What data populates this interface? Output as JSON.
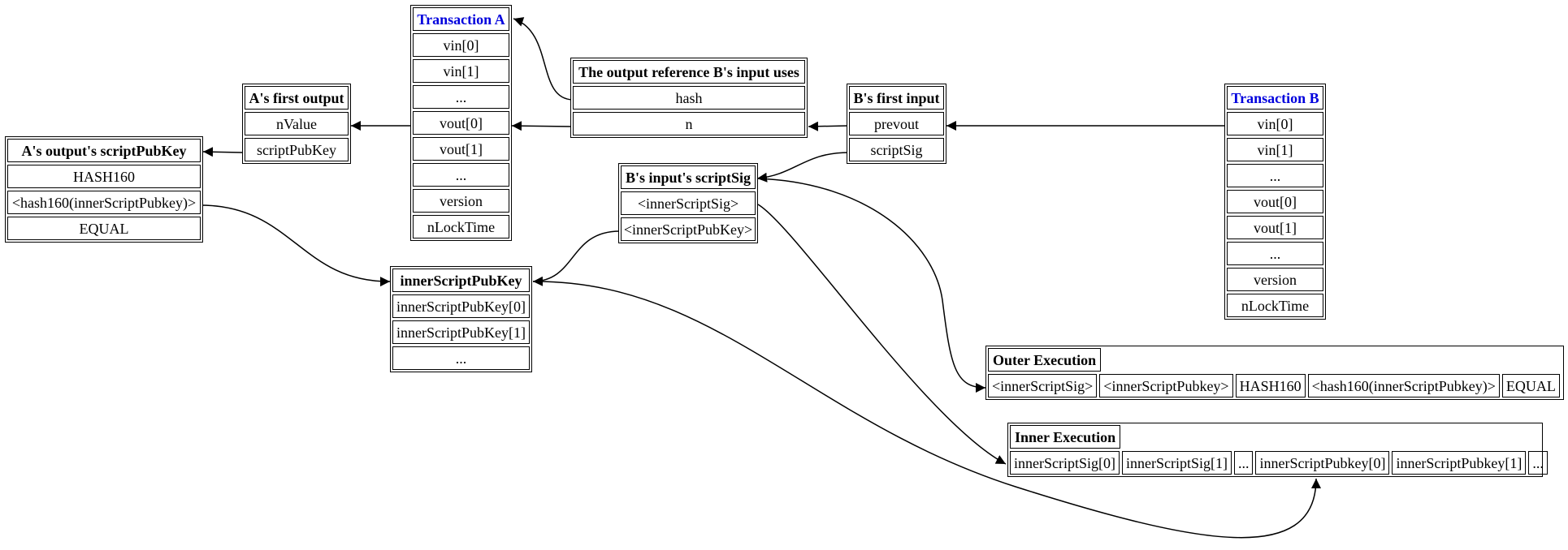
{
  "nodes": {
    "tx_a": {
      "title": "Transaction A",
      "rows": [
        "vin[0]",
        "vin[1]",
        "...",
        "vout[0]",
        "vout[1]",
        "...",
        "version",
        "nLockTime"
      ]
    },
    "tx_b": {
      "title": "Transaction B",
      "rows": [
        "vin[0]",
        "vin[1]",
        "...",
        "vout[0]",
        "vout[1]",
        "...",
        "version",
        "nLockTime"
      ]
    },
    "a_first_output": {
      "title": "A's first output",
      "rows": [
        "nValue",
        "scriptPubKey"
      ]
    },
    "a_output_scriptpubkey": {
      "title": "A's output's scriptPubKey",
      "rows": [
        "HASH160",
        "<hash160(innerScriptPubkey)>",
        "EQUAL"
      ]
    },
    "output_reference": {
      "title": "The output reference B's input uses",
      "rows": [
        "hash",
        "n"
      ]
    },
    "b_first_input": {
      "title": "B's first input",
      "rows": [
        "prevout",
        "scriptSig"
      ]
    },
    "b_input_scriptsig": {
      "title": "B's input's scriptSig",
      "rows": [
        "<innerScriptSig>",
        "<innerScriptPubKey>"
      ]
    },
    "inner_scriptpubkey": {
      "title": "innerScriptPubKey",
      "rows": [
        "innerScriptPubKey[0]",
        "innerScriptPubKey[1]",
        "..."
      ]
    }
  },
  "outer_execution": {
    "title": "Outer Execution",
    "cells": [
      "<innerScriptSig>",
      "<innerScriptPubkey>",
      "HASH160",
      "<hash160(innerScriptPubkey)>",
      "EQUAL"
    ]
  },
  "inner_execution": {
    "title": "Inner Execution",
    "cells": [
      "innerScriptSig[0]",
      "innerScriptSig[1]",
      "...",
      "innerScriptPubkey[0]",
      "innerScriptPubkey[1]",
      "..."
    ]
  },
  "colors": {
    "title_blue": "#0000dd",
    "line": "#000000"
  }
}
